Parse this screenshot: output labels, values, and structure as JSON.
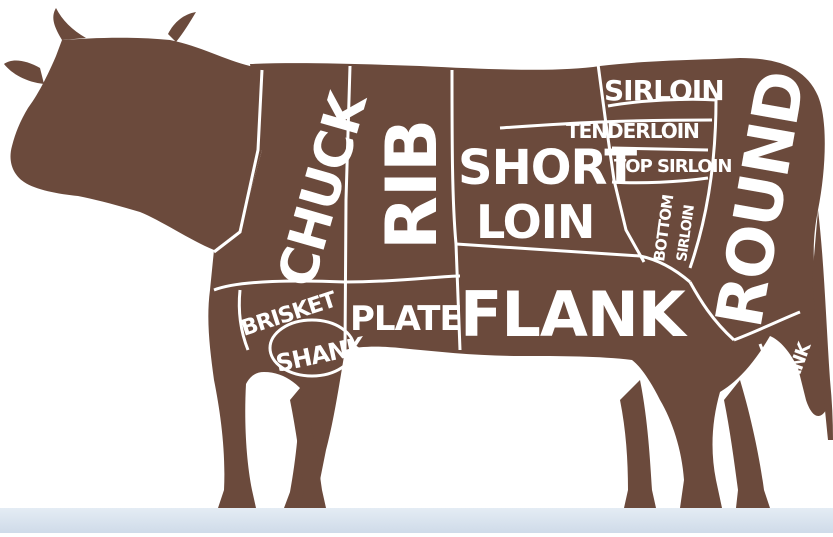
{
  "colors": {
    "body": "#6b4a3c",
    "label": "#ffffff",
    "floor": "#d6e2ee",
    "background": "#ffffff"
  },
  "cuts": {
    "chuck": "CHUCK",
    "rib": "RIB",
    "sirloin": "SIRLOIN",
    "tenderloin": "TENDERLOIN",
    "top_sirloin": "TOP SIRLOIN",
    "short": "SHORT",
    "loin": "LOIN",
    "bottom": "BOTTOM",
    "sirloin_small": "SIRLOIN",
    "round": "ROUND",
    "brisket": "BRISKET",
    "shank_front": "SHANK",
    "plate": "PLATE",
    "flank": "FLANK",
    "shank_rear": "SHANK"
  }
}
